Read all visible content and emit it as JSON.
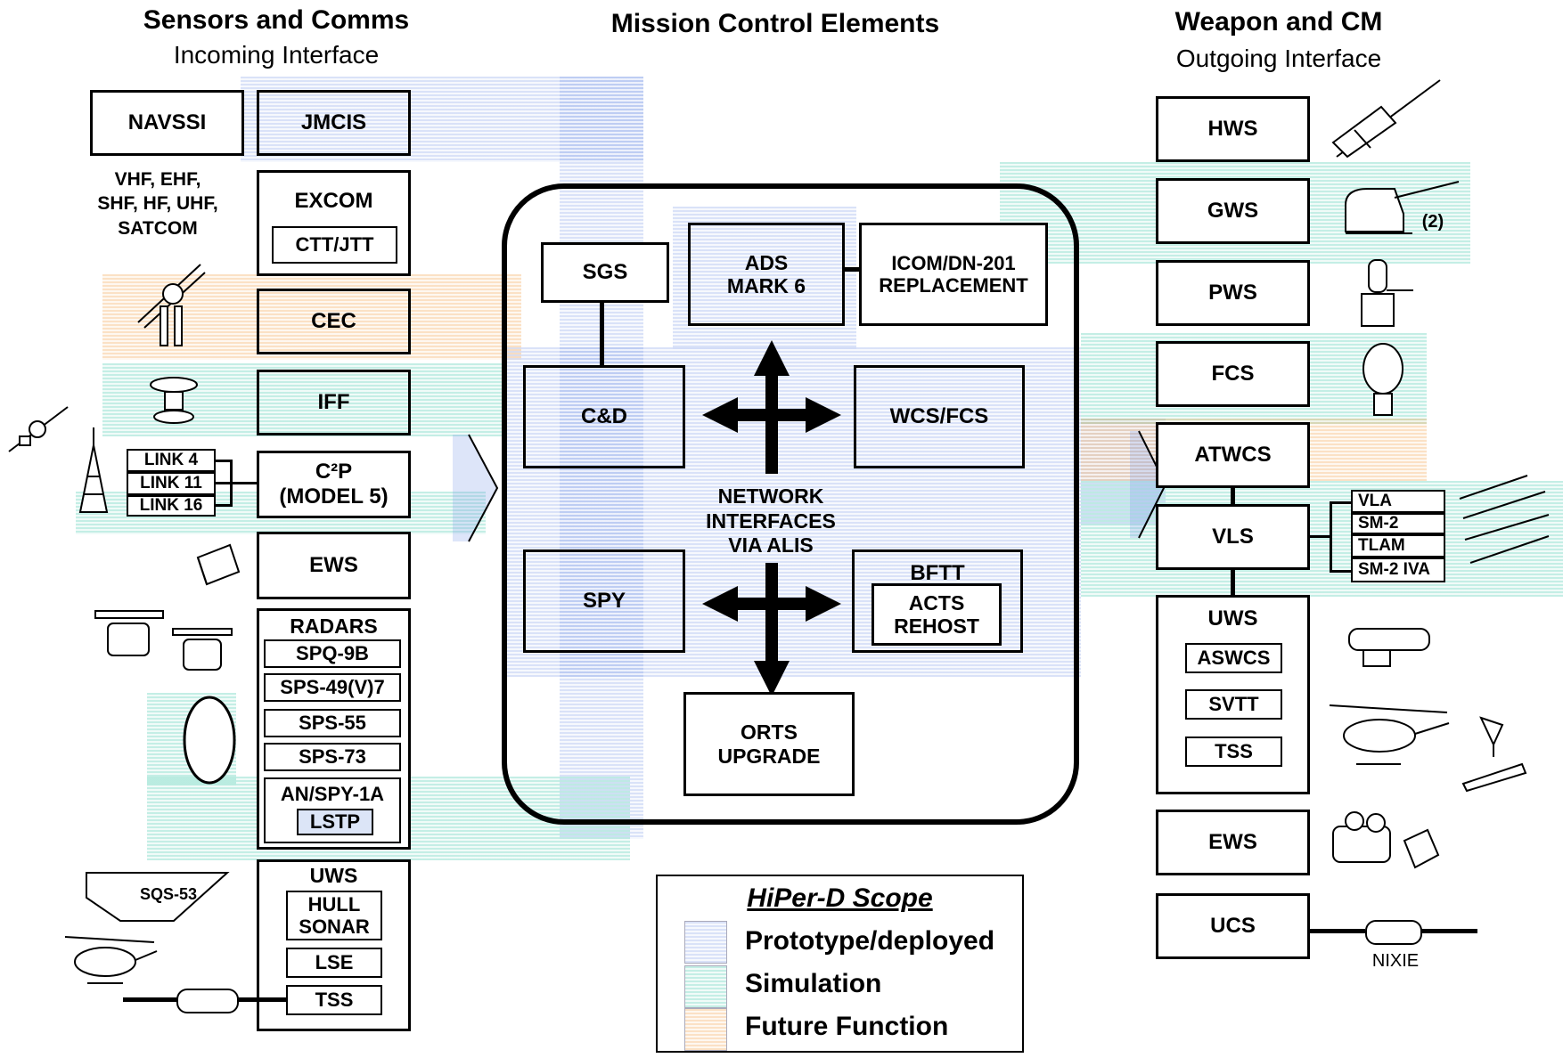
{
  "headers": {
    "left_title": "Sensors and Comms",
    "left_subtitle": "Incoming Interface",
    "center_title": "Mission Control Elements",
    "right_title": "Weapon and CM",
    "right_subtitle": "Outgoing Interface"
  },
  "left": {
    "navssi": "NAVSSI",
    "jmcis": "JMCIS",
    "radios": "VHF, EHF,\nSHF, HF, UHF,\nSATCOM",
    "excom": "EXCOM",
    "ctt_jtt": "CTT/JTT",
    "cec": "CEC",
    "iff": "IFF",
    "links": [
      "LINK 4",
      "LINK 11",
      "LINK 16"
    ],
    "c2p_line1": "C²P",
    "c2p_line2": "(MODEL 5)",
    "ews": "EWS",
    "radars_title": "RADARS",
    "radars": [
      "SPQ-9B",
      "SPS-49(V)7",
      "SPS-55",
      "SPS-73"
    ],
    "anspy": "AN/SPY-1A",
    "lstp": "LSTP",
    "uws_title": "UWS",
    "hull_sonar": "HULL\nSONAR",
    "lse": "LSE",
    "tss": "TSS",
    "sqs_label": "SQS-53"
  },
  "center": {
    "sgs": "SGS",
    "ads": "ADS\nMARK 6",
    "icom": "ICOM/DN-201\nREPLACEMENT",
    "cd": "C&D",
    "wcs_fcs": "WCS/FCS",
    "network": "NETWORK\nINTERFACES\nVIA ALIS",
    "spy": "SPY",
    "bftt": "BFTT",
    "acts": "ACTS\nREHOST",
    "orts": "ORTS\nUPGRADE"
  },
  "right": {
    "hws": "HWS",
    "gws": "GWS",
    "gws_note": "(2)",
    "pws": "PWS",
    "fcs": "FCS",
    "atwcs": "ATWCS",
    "vls": "VLS",
    "vls_items": [
      "VLA",
      "SM-2",
      "TLAM",
      "SM-2 IVA"
    ],
    "uws_title": "UWS",
    "uws_items": [
      "ASWCS",
      "SVTT",
      "TSS"
    ],
    "ews": "EWS",
    "ucs": "UCS",
    "nixie": "NIXIE"
  },
  "legend": {
    "title": "HiPer-D Scope",
    "items": [
      {
        "label": "Prototype/deployed",
        "color": "#c9d6f3"
      },
      {
        "label": "Simulation",
        "color": "#b8ece0"
      },
      {
        "label": "Future Function",
        "color": "#f9dcc0"
      }
    ]
  }
}
